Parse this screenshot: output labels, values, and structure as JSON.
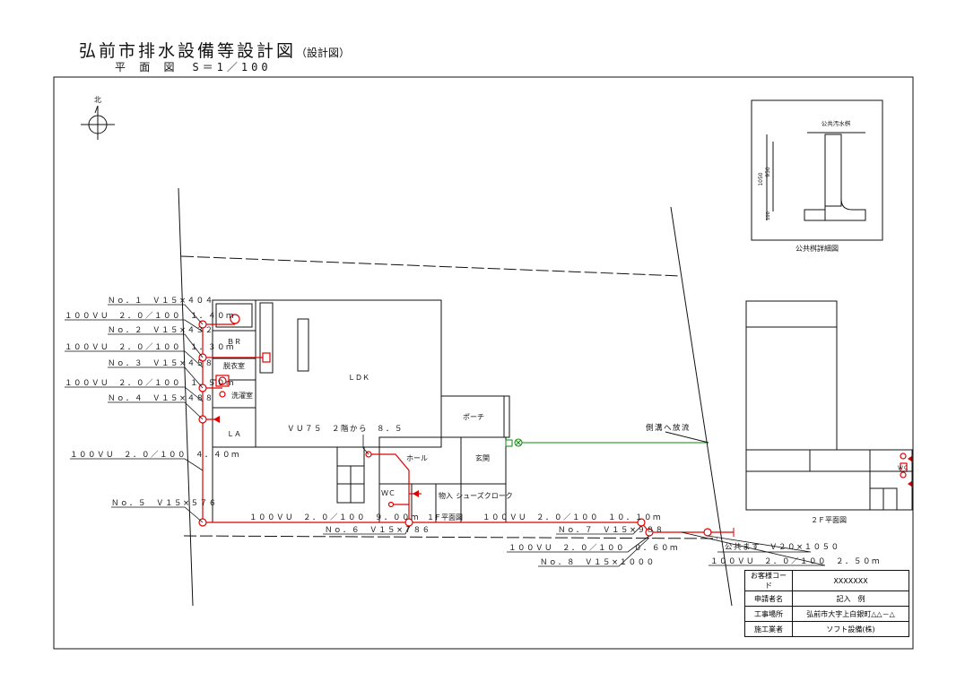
{
  "header": {
    "title": "弘前市排水設備等設計図",
    "title_suffix": "（設計図）",
    "subtitle": "平 面 図　S＝1／100"
  },
  "compass": {
    "label": "北"
  },
  "detail": {
    "label_top": "公共汚水桝",
    "caption": "公共桝詳細図",
    "dim_outer": "1050",
    "dim_inner": "950",
    "dim_small": "100"
  },
  "rooms": {
    "br": "ＢＲ",
    "dressing": "脱衣室",
    "laundry": "洗濯室",
    "la": "ＬＡ",
    "ldk": "ＬＤＫ",
    "porch": "ポーチ",
    "hall": "ホール",
    "entrance": "玄関",
    "wc": "ＷＣ",
    "storage": "物入",
    "shoe": "シューズクローク",
    "floor1": "１Ｆ平面図",
    "floor2": "２Ｆ平面図",
    "wc2": "ＷＣ"
  },
  "labels": {
    "no1": "Ｎｏ．１　Ｖ１５×４０４",
    "p1": "１００ＶＵ　２．０／１００　１．４０ｍ",
    "no2": "Ｎｏ．２　Ｖ１５×４３２",
    "p2": "１００ＶＵ　２．０／１００　１．３０ｍ",
    "no3": "Ｎｏ．３　Ｖ１５×４５８",
    "p3": "１００ＶＵ　２．０／１００　１．５０ｍ",
    "no4": "Ｎｏ．４　Ｖ１５×４８８",
    "p4": "１００ＶＵ　２．０／１００　４．４０ｍ",
    "no5": "Ｎｏ．５　Ｖ１５×５７６",
    "vu75": "ＶＵ７５　２階から　８．５",
    "p5": "１００ＶＵ　２．０／１００　９．００ｍ",
    "no6": "Ｎｏ．６　Ｖ１５×７８６",
    "p6": "１００ＶＵ　２．０／１００　１０．１０ｍ",
    "no7": "Ｎｏ．７　Ｖ１５×９８８",
    "p7": "１００ＶＵ　２．０／１００　０．６０ｍ",
    "no8": "Ｎｏ．８　Ｖ１５×１０００",
    "public": "公共ます　Ｖ２０×１０５０",
    "p8": "１００ＶＵ　２．０／１００　２．５０ｍ",
    "stormwater": "側溝へ放流"
  },
  "info_table": [
    {
      "key": "お客様コード",
      "value": "XXXXXXX"
    },
    {
      "key": "申請者名",
      "value": "記入　例"
    },
    {
      "key": "工事場所",
      "value": "弘前市大字上白銀町△△－△"
    },
    {
      "key": "施工業者",
      "value": "ソフト設備(株)"
    }
  ],
  "colors": {
    "drain": "#e00000",
    "stormwater": "#0a8a0a",
    "line": "#111111"
  }
}
